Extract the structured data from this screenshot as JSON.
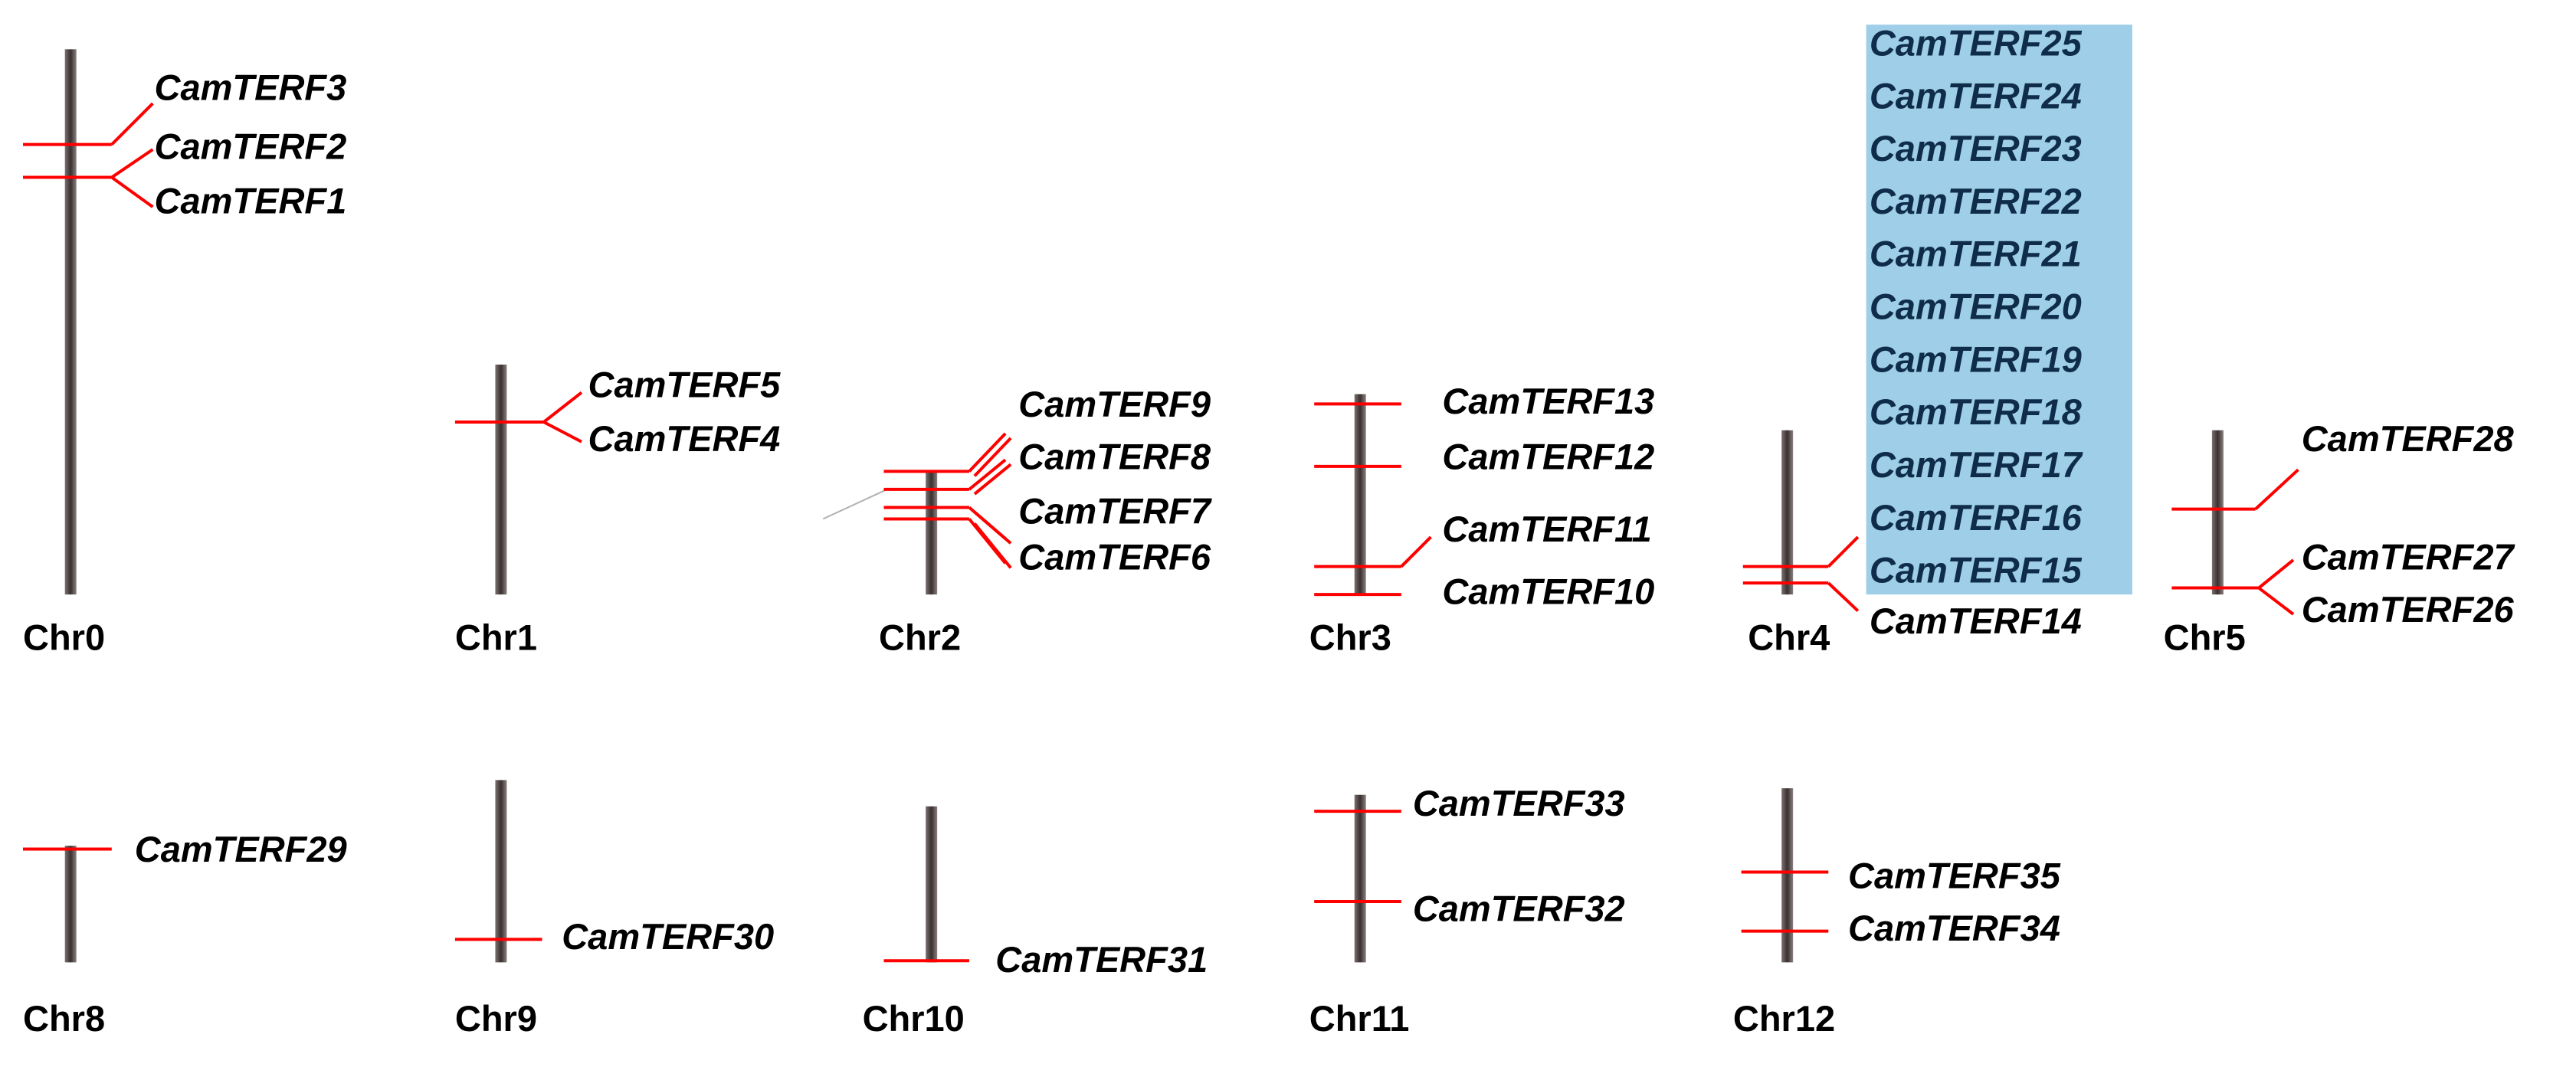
{
  "colors": {
    "marker": "#ff0000",
    "chromosome": "#4a4040",
    "highlight": "#9fcfe8",
    "highlight_text": "#0f2d4a",
    "guide_line": "#b0b0b0"
  },
  "chromosomes": [
    {
      "name": "Chr0",
      "genes": [
        {
          "label": "CamTERF3"
        },
        {
          "label": "CamTERF2"
        },
        {
          "label": "CamTERF1"
        }
      ]
    },
    {
      "name": "Chr1",
      "genes": [
        {
          "label": "CamTERF5"
        },
        {
          "label": "CamTERF4"
        }
      ]
    },
    {
      "name": "Chr2",
      "genes": [
        {
          "label": "CamTERF9"
        },
        {
          "label": "CamTERF8"
        },
        {
          "label": "CamTERF7"
        },
        {
          "label": "CamTERF6"
        }
      ]
    },
    {
      "name": "Chr3",
      "genes": [
        {
          "label": "CamTERF13"
        },
        {
          "label": "CamTERF12"
        },
        {
          "label": "CamTERF11"
        },
        {
          "label": "CamTERF10"
        }
      ]
    },
    {
      "name": "Chr4",
      "genes": [
        {
          "label": "CamTERF25",
          "highlighted": true
        },
        {
          "label": "CamTERF24",
          "highlighted": true
        },
        {
          "label": "CamTERF23",
          "highlighted": true
        },
        {
          "label": "CamTERF22",
          "highlighted": true
        },
        {
          "label": "CamTERF21",
          "highlighted": true
        },
        {
          "label": "CamTERF20",
          "highlighted": true
        },
        {
          "label": "CamTERF19",
          "highlighted": true
        },
        {
          "label": "CamTERF18",
          "highlighted": true
        },
        {
          "label": "CamTERF17",
          "highlighted": true
        },
        {
          "label": "CamTERF16",
          "highlighted": true
        },
        {
          "label": "CamTERF15",
          "highlighted": true
        },
        {
          "label": "CamTERF14",
          "highlighted": false
        }
      ]
    },
    {
      "name": "Chr5",
      "genes": [
        {
          "label": "CamTERF28"
        },
        {
          "label": "CamTERF27"
        },
        {
          "label": "CamTERF26"
        }
      ]
    },
    {
      "name": "Chr8",
      "genes": [
        {
          "label": "CamTERF29"
        }
      ]
    },
    {
      "name": "Chr9",
      "genes": [
        {
          "label": "CamTERF30"
        }
      ]
    },
    {
      "name": "Chr10",
      "genes": [
        {
          "label": "CamTERF31"
        }
      ]
    },
    {
      "name": "Chr11",
      "genes": [
        {
          "label": "CamTERF33"
        },
        {
          "label": "CamTERF32"
        }
      ]
    },
    {
      "name": "Chr12",
      "genes": [
        {
          "label": "CamTERF35"
        },
        {
          "label": "CamTERF34"
        }
      ]
    }
  ]
}
